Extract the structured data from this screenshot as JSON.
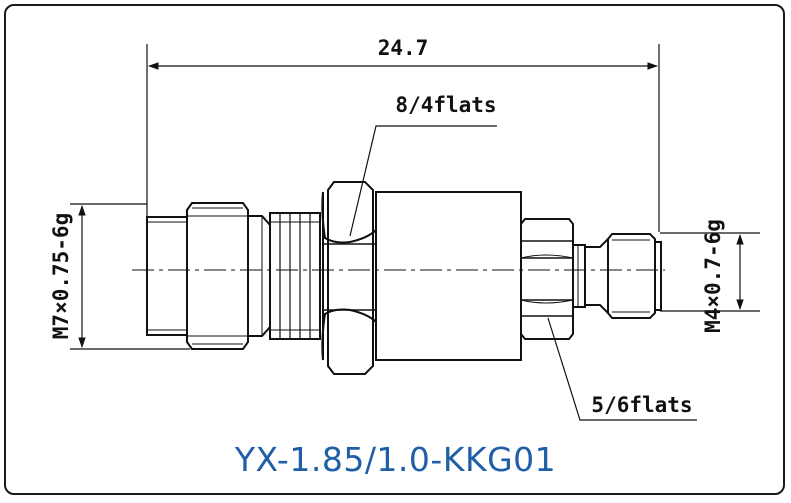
{
  "drawing": {
    "overall_length": "24.7",
    "hex_flats_large": "8/4flats",
    "hex_flats_small": "5/6flats",
    "thread_left": "M7×0.75-6g",
    "thread_right": "M4×0.7-6g"
  },
  "caption": "YX-1.85/1.0-KKG01",
  "colors": {
    "line": "#111111",
    "caption": "#1f5fa8"
  }
}
